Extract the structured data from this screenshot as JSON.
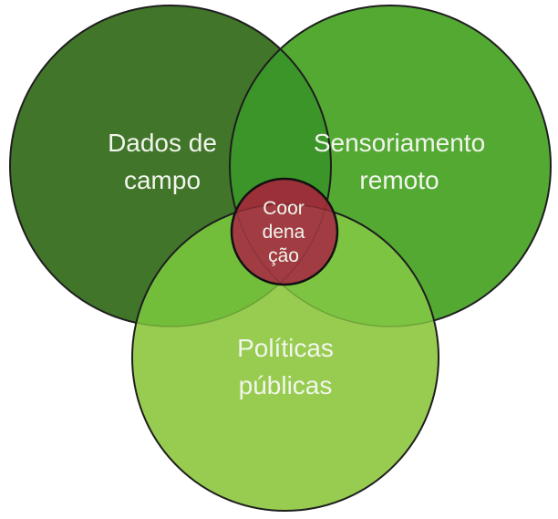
{
  "venn": {
    "background": "#ffffff",
    "outline_color": "#1e1e1e",
    "center_outline_color": "#111111",
    "text_color": "#f1f5ec",
    "circles": [
      {
        "id": "dados-de-campo",
        "label": "Dados de campo",
        "label_lines": [
          "Dados de",
          "campo"
        ],
        "fill": "#41752A"
      },
      {
        "id": "sensoriamento-remoto",
        "label": "Sensoriamento remoto",
        "label_lines": [
          "Sensoriamento",
          "remoto"
        ],
        "fill": "#54A933"
      },
      {
        "id": "politicas-publicas",
        "label": "Políticas públicas",
        "label_lines": [
          "Políticas",
          "públicas"
        ],
        "fill": "#98CC50"
      },
      {
        "id": "coordenacao",
        "label": "Coordenação",
        "label_lines": [
          "Coor",
          "dena",
          "ção"
        ],
        "fill": "#9C3038"
      }
    ],
    "overlaps": {
      "dados_sensoriamento": "#3B9528",
      "dados_politicas": "#72BE3B",
      "sensoriamento_politicas": "#7CC441"
    }
  }
}
